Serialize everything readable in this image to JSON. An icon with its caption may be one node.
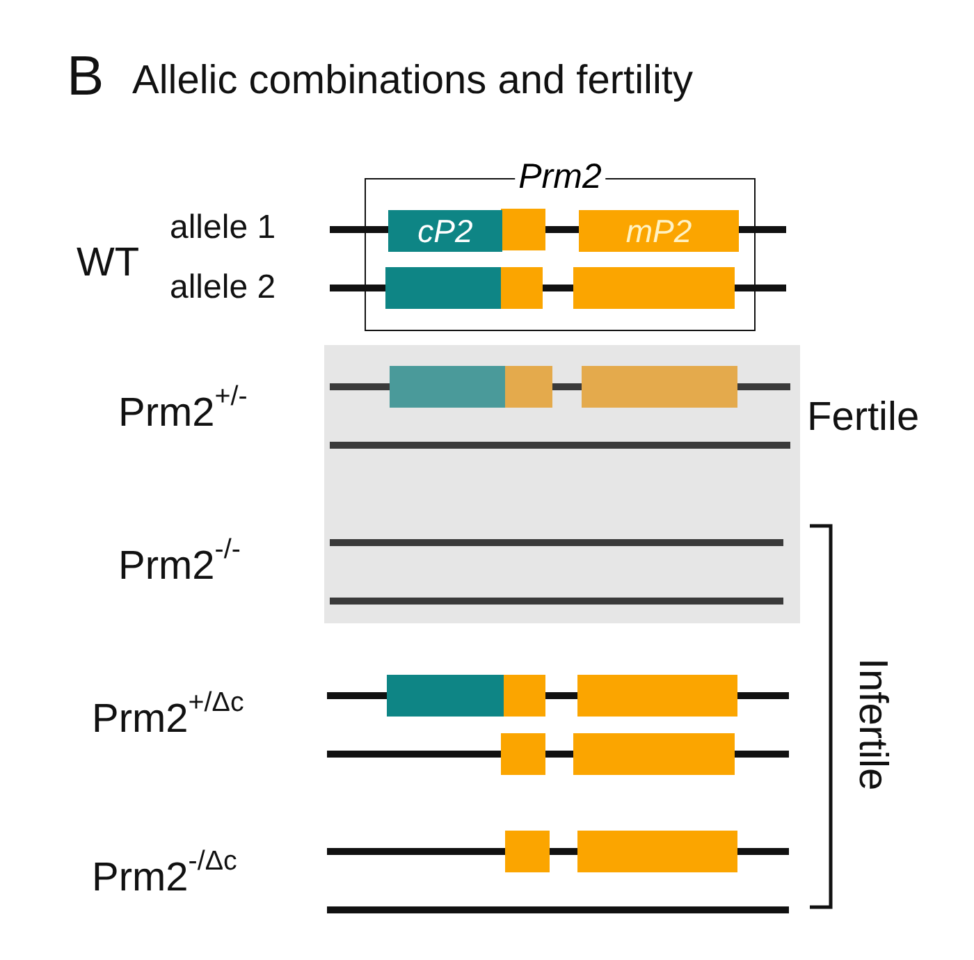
{
  "diagram": {
    "title": "Allelic combinations and fertility",
    "nodes": [
      {
        "text": [
          "Prm2"
        ]
      },
      {
        "text": [
          "cP2"
        ],
        "in": 0
      },
      {
        "text": [
          "mP2"
        ],
        "in": 0
      }
    ],
    "labels": [
      "B",
      "WT",
      "allele 1",
      "allele 2",
      "Prm2$^{+/-}$",
      "Fertile",
      "Prm2$^{-/-}$",
      "Prm2$^{+/Δc}$",
      "Prm2$^{-/Δc}$",
      "Infertile"
    ]
  }
}
